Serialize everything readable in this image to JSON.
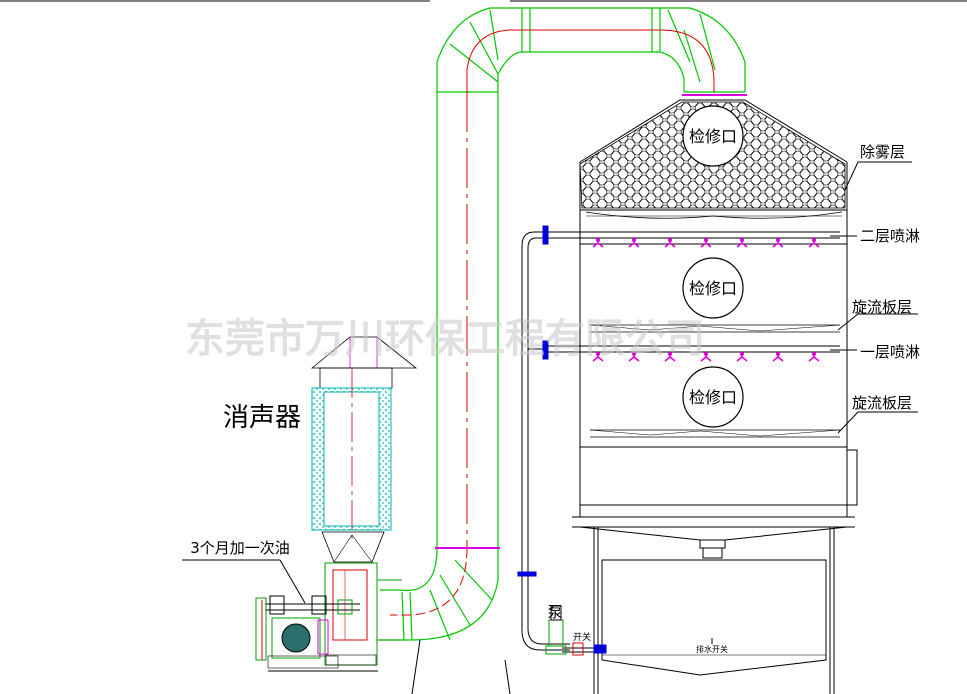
{
  "labels": {
    "inspection_port_top": "检修口",
    "inspection_port_mid": "检修口",
    "inspection_port_low": "检修口",
    "demister_layer": "除雾层",
    "spray_layer_2": "二层喷淋",
    "swirl_plate_layer_upper": "旋流板层",
    "spray_layer_1": "一层喷淋",
    "swirl_plate_layer_lower": "旋流板层",
    "silencer": "消声器",
    "oil_note": "3个月加一次油",
    "pump": "泵",
    "switch": "开关",
    "drain_switch": "排水开关"
  },
  "watermark": "东莞市万川环保工程有限公司",
  "colors": {
    "duct": "#00c800",
    "centerline": "#e00000",
    "nozzle": "#e000e0",
    "valve": "#0000dd",
    "line": "#000000",
    "cyan": "#00c8c8"
  }
}
